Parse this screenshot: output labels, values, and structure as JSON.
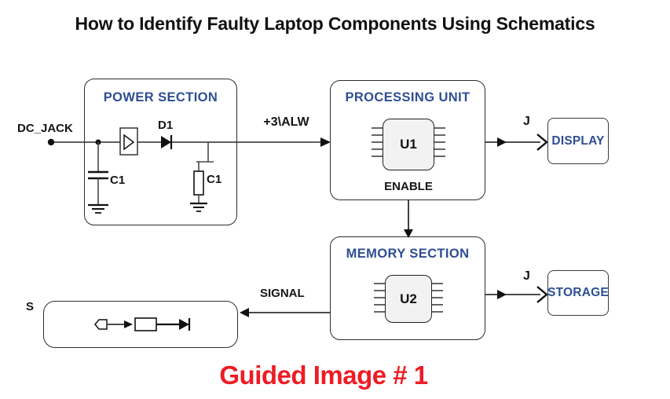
{
  "page": {
    "title": "How to Identify Faulty Laptop Components Using Schematics",
    "footer": "Guided Image # 1"
  },
  "colors": {
    "accent_blue": "#2e4e94",
    "footer_red": "#ed1c24",
    "wire_gray": "#4a4a4a",
    "ink_black": "#111111",
    "chip_fill": "#f2f2f2"
  },
  "blocks": {
    "power": {
      "label": "POWER SECTION"
    },
    "processing": {
      "label": "PROCESSING UNIT",
      "chip_ref": "U1",
      "pin_label": "ENABLE"
    },
    "memory": {
      "label": "MEMORY SECTION",
      "chip_ref": "U2"
    },
    "display": {
      "label": "DISPLAY"
    },
    "storage": {
      "label": "STORAGE"
    },
    "signal_detail": {
      "label": "S"
    }
  },
  "labels": {
    "dc_jack": "DC_JACK",
    "diode_ref": "D1",
    "cap_ref": "C1",
    "res_ref": "C1",
    "power_rail": "+3\\ALW",
    "signal_net": "SIGNAL",
    "display_connector": "J",
    "storage_connector": "J"
  }
}
